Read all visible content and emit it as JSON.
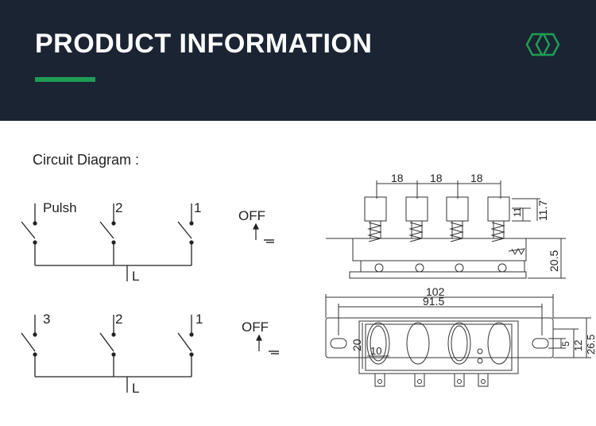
{
  "banner": {
    "title": "PRODUCT INFORMATION",
    "accent_color": "#1f9d55",
    "background_color": "#1a2433",
    "logo_icon": "hexagon-logo-icon"
  },
  "circuit": {
    "label": "Circuit Diagram :",
    "top": {
      "switches": [
        "Pulsh",
        "2",
        "1"
      ],
      "common": "L",
      "off_label": "OFF"
    },
    "bottom": {
      "switches": [
        "3",
        "2",
        "1"
      ],
      "common": "L",
      "off_label": "OFF"
    }
  },
  "drawing": {
    "side": {
      "pitch_1": "18",
      "pitch_2": "18",
      "pitch_3": "18",
      "button_height": "11",
      "cap_height": "11.7",
      "body_height": "20.5"
    },
    "top": {
      "overall_length": "102",
      "hole_spacing": "91.5",
      "window_height": "20",
      "window_width": "10",
      "slot_width": "5",
      "hole_span": "12",
      "overall_width": "26.5"
    }
  }
}
